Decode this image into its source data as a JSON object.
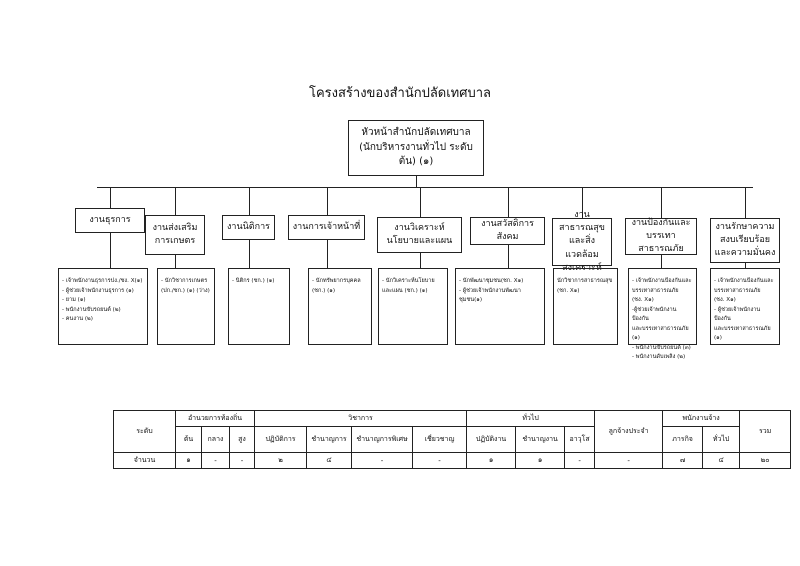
{
  "title": "โครงสร้างของสำนักปลัดเทศบาล",
  "head": {
    "line1": "หัวหน้าสำนักปลัดเทศบาล",
    "line2": "(นักบริหารงานทั่วไป ระดับต้น) (๑)"
  },
  "sections": [
    {
      "label": "งานธุรการ",
      "staff": [
        "- เจ้าพนักงานธุรการปง./ชง. X(๑)",
        "- ผู้ช่วยเจ้าพนักงานธุรการ (๑)",
        "- ยาม (๑)",
        "- พนักงานขับรถยนต์ (๒)",
        "- คนงาน (๒)"
      ]
    },
    {
      "label": "งานส่งเสริมการเกษตร",
      "staff": [
        "- นักวิชาการเกษตร",
        "(ปก./ชก.) (๑) (ว่าง)"
      ]
    },
    {
      "label": "งานนิติการ",
      "staff": [
        "- นิติกร (ชก.) (๑)"
      ]
    },
    {
      "label": "งานการเจ้าหน้าที่",
      "staff": [
        "- นักทรัพยากรบุคคล",
        "(ชก.) (๑)"
      ]
    },
    {
      "label": "งานวิเคราะห์นโยบายและแผน",
      "staff": [
        "- นักวิเคราะห์นโยบาย",
        "และแผน (ชก.) (๑)"
      ]
    },
    {
      "label": "งานสวัสดิการสังคม",
      "staff": [
        "- นักพัฒนาชุมชน(ชก. X๑)",
        "- ผู้ช่วยเจ้าพนักงานพัฒนา",
        "ชุมชน(๑)"
      ]
    },
    {
      "label": "งานสาธารณสุขและสิ่งแวดล้อม สงเคราะห์",
      "staff": [
        "นักวิชาการสาธารณสุข",
        "(ชก. X๑)"
      ]
    },
    {
      "label": "งานป้องกันและบรรเทาสาธารณภัย",
      "staff": [
        "- เจ้าพนักงานป้องกันและ",
        "บรรเทาสาธารณภัย",
        "(ชง. X๑)",
        "-ผู้ช่วยเจ้าพนักงานป้องกัน",
        "และบรรเทาสาธารณภัย (๑)",
        "- พนักงานขับรถยนต์ (๓)",
        "- พนักงานดับเพลิง (๒)"
      ]
    },
    {
      "label": "งานรักษาความสงบเรียบร้อยและความมั่นคง",
      "staff": [
        "- เจ้าพนักงานป้องกันและ",
        "บรรเทาสาธารณภัย",
        "(ชง. X๑)",
        "- ผู้ช่วยเจ้าพนักงานป้องกัน",
        "และบรรเทาสาธารณภัย (๑)"
      ]
    }
  ],
  "table": {
    "row_header": "ระดับ",
    "count_label": "จำนวน",
    "groups": [
      "อำนวยการท้องถิ่น",
      "วิชาการ",
      "ทั่วไป",
      "ลูกจ้างประจำ",
      "พนักงานจ้าง",
      "รวม"
    ],
    "levels": [
      "ต้น",
      "กลาง",
      "สูง",
      "ปฏิบัติการ",
      "ชำนาญการ",
      "ชำนาญการพิเศษ",
      "เชี่ยวชาญ",
      "ปฏิบัติงาน",
      "ชำนาญงาน",
      "อาวุโส",
      "ภารกิจ",
      "ทั่วไป"
    ],
    "counts": [
      "๑",
      "-",
      "-",
      "๒",
      "๔",
      "-",
      "-",
      "๑",
      "๑",
      "-",
      "-",
      "๗",
      "๔",
      "๒๐"
    ]
  }
}
